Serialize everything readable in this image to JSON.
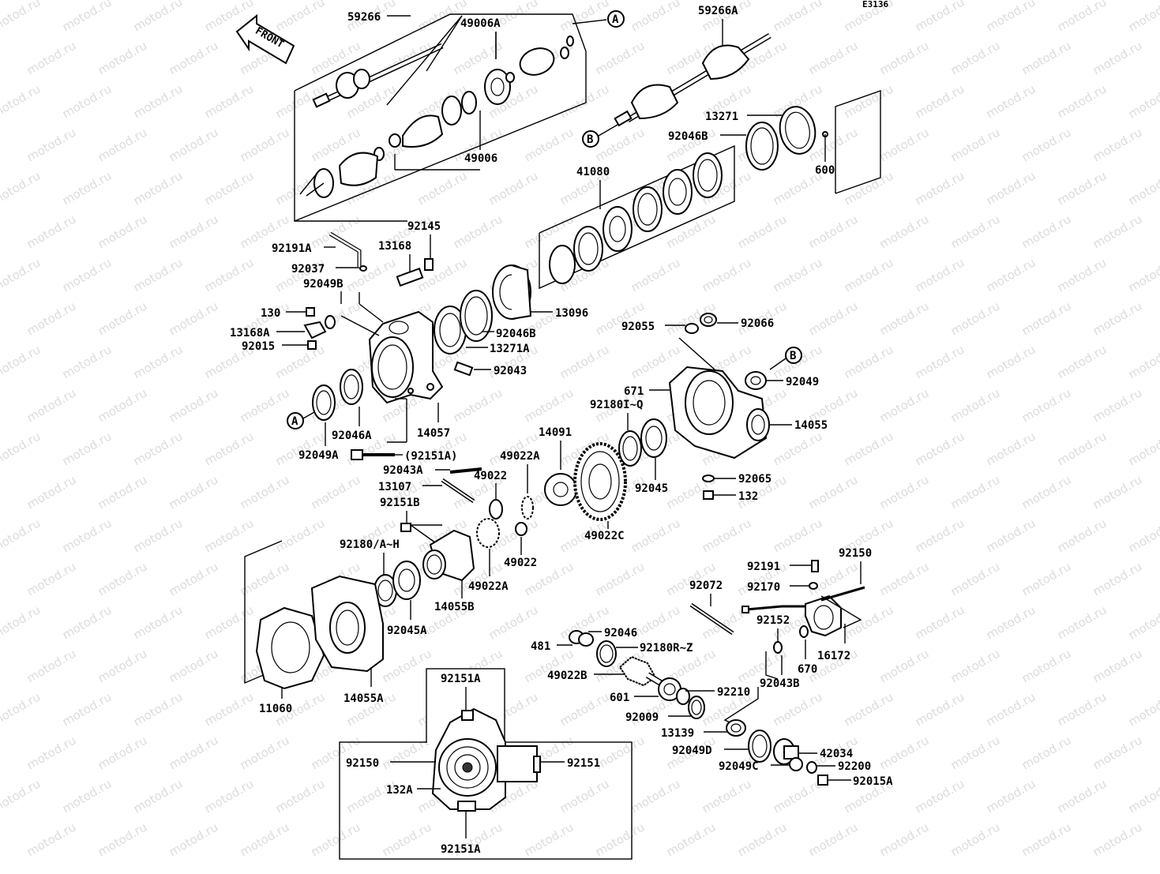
{
  "diagram_code": "E3136",
  "front_label": "FRONT",
  "watermark": "motod.ru",
  "refs": {
    "a": "A",
    "b": "B"
  },
  "labels": {
    "p59266": "59266",
    "p49006A": "49006A",
    "p59266A": "59266A",
    "p49006": "49006",
    "p13271": "13271",
    "p92046B_top": "92046B",
    "p600": "600",
    "p41080": "41080",
    "p92145": "92145",
    "p92191A": "92191A",
    "p13168": "13168",
    "p92037": "92037",
    "p92049B": "92049B",
    "p130": "130",
    "p13168A": "13168A",
    "p92015": "92015",
    "p13096": "13096",
    "p92046B_mid": "92046B",
    "p13271A": "13271A",
    "p92043": "92043",
    "p92055": "92055",
    "p92066": "92066",
    "p92049": "92049",
    "p671": "671",
    "p92180IQ": "92180I~Q",
    "p14055": "14055",
    "p92046A": "92046A",
    "p14057": "14057",
    "p92049A": "92049A",
    "p92151A_paren": "(92151A)",
    "p92043A": "92043A",
    "p49022A_top": "49022A",
    "p14091": "14091",
    "p49022_top": "49022",
    "p13107": "13107",
    "p92151B": "92151B",
    "p92065": "92065",
    "p92045": "92045",
    "p132": "132",
    "p49022C": "49022C",
    "p92180AH": "92180/A~H",
    "p49022_low": "49022",
    "p49022A_low": "49022A",
    "p14055B": "14055B",
    "p92045A": "92045A",
    "p92150_right": "92150",
    "p92191": "92191",
    "p92170": "92170",
    "p92072": "92072",
    "p92152": "92152",
    "p92046": "92046",
    "p481": "481",
    "p92180RZ": "92180R~Z",
    "p670": "670",
    "p16172": "16172",
    "p49022B": "49022B",
    "p92043B": "92043B",
    "p11060": "11060",
    "p14055A": "14055A",
    "p601": "601",
    "p92210": "92210",
    "p92009": "92009",
    "p13139": "13139",
    "p92049D": "92049D",
    "p42034": "42034",
    "p92049C": "92049C",
    "p92200": "92200",
    "p92015A": "92015A",
    "p92151A_top": "92151A",
    "p92150_left": "92150",
    "p92151": "92151",
    "p132A": "132A",
    "p92151A_bottom": "92151A"
  }
}
